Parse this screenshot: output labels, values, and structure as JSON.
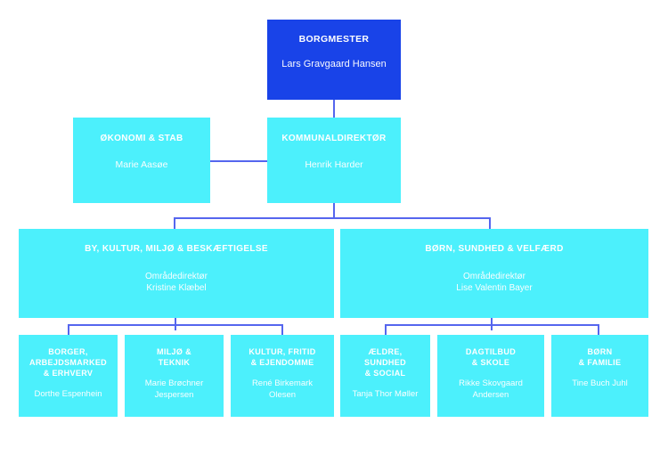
{
  "chart": {
    "type": "org-chart",
    "accent_blue": "#1943e8",
    "accent_cyan": "#4cf0fc",
    "connector_color": "#5566ee",
    "background": "#ffffff"
  },
  "level1": {
    "mayor": {
      "title": "BORGMESTER",
      "person": "Lars Gravgaard Hansen"
    }
  },
  "level2": {
    "finance": {
      "title": "ØKONOMI & STAB",
      "person": "Marie Aasøe"
    },
    "municipal_director": {
      "title": "KOMMUNALDIREKTØR",
      "person": "Henrik Harder"
    }
  },
  "level3": {
    "left": {
      "title": "BY, KULTUR, MILJØ & BESKÆFTIGELSE",
      "role": "Områdedirektør",
      "person": "Kristine Klæbel"
    },
    "right": {
      "title": "BØRN, SUNDHED & VELFÆRD",
      "role": "Områdedirektør",
      "person": "Lise Valentin Bayer"
    }
  },
  "level4": [
    {
      "title_line1": "BORGER,",
      "title_line2": "ARBEJDSMARKED",
      "title_line3": "& ERHVERV",
      "person_line1": "Dorthe Espenhein",
      "person_line2": ""
    },
    {
      "title_line1": "MILJØ &",
      "title_line2": "TEKNIK",
      "title_line3": "",
      "person_line1": "Marie Brøchner",
      "person_line2": "Jespersen"
    },
    {
      "title_line1": "KULTUR, FRITID",
      "title_line2": "& EJENDOMME",
      "title_line3": "",
      "person_line1": "René Birkemark",
      "person_line2": "Olesen"
    },
    {
      "title_line1": "ÆLDRE,",
      "title_line2": "SUNDHED",
      "title_line3": "& SOCIAL",
      "person_line1": "Tanja Thor Møller",
      "person_line2": ""
    },
    {
      "title_line1": "DAGTILBUD",
      "title_line2": "& SKOLE",
      "title_line3": "",
      "person_line1": "Rikke Skovgaard",
      "person_line2": "Andersen"
    },
    {
      "title_line1": "BØRN",
      "title_line2": "& FAMILIE",
      "title_line3": "",
      "person_line1": "Tine Buch Juhl",
      "person_line2": ""
    }
  ]
}
